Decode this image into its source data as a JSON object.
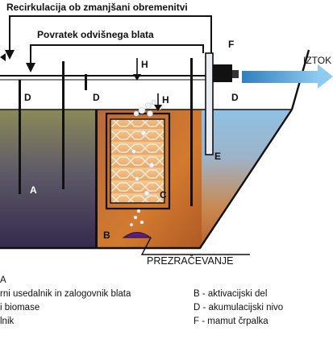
{
  "diagram": {
    "recirculation_label": "Recirkulacija ob zmanjšani obremenitvi",
    "sludge_return_label": "Povratek odvišnega blata",
    "outlet_label": "IZTOK",
    "aeration_label": "PREZRAČEVANJE",
    "tank_labels": {
      "a": "A",
      "b": "B",
      "c": "C",
      "d_left": "D",
      "d_middle": "D",
      "d_right": "D",
      "e": "E",
      "f": "F",
      "h_left": "H",
      "h_right": "H"
    },
    "legend": {
      "left": [
        "A",
        "rni usedalnik in zalogovnik blata",
        "i biomase",
        "lnik"
      ],
      "right": [
        "B - aktivacijski del",
        "D - akumulacijski nivo",
        "F - mamut črpalka"
      ]
    },
    "colors": {
      "tank_dark": "#3a3150",
      "tank_mid": "#6f6a64",
      "activation_orange": "#c56a2a",
      "clear_water_blue": "#7fb4db",
      "outlet_arrow": "#5ba6d6",
      "diffuser_purple": "#5b1f7a"
    }
  }
}
